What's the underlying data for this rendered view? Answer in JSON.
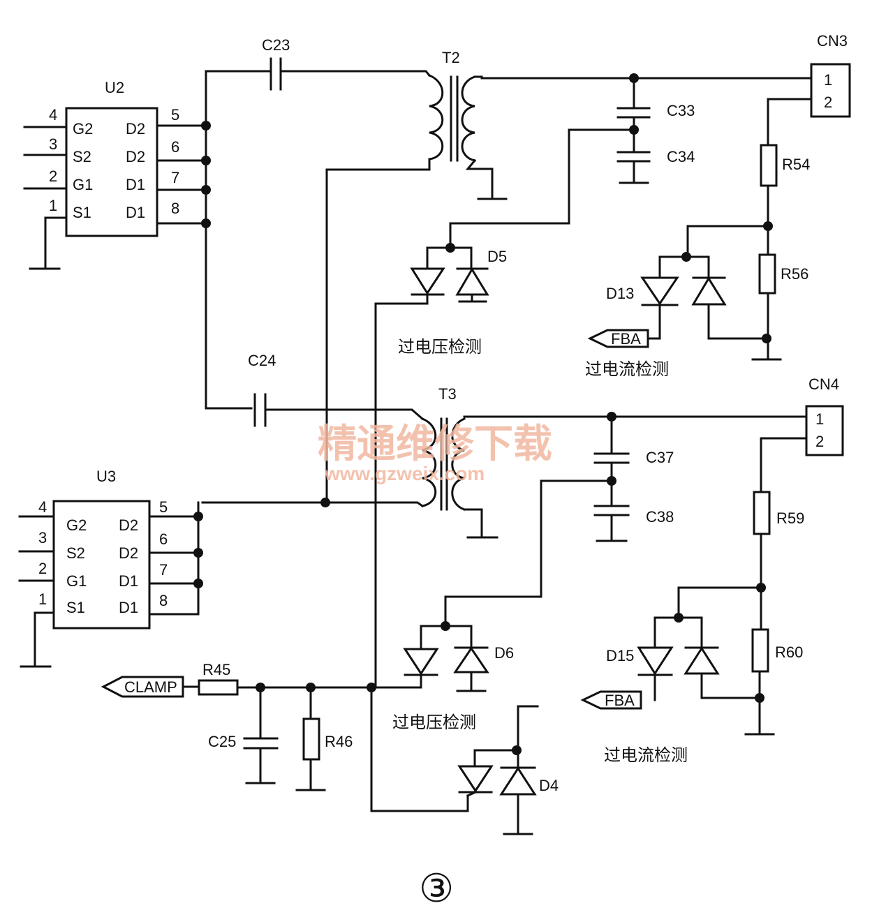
{
  "components": {
    "u2": "U2",
    "u3": "U3",
    "t2": "T2",
    "t3": "T3",
    "cn3": "CN3",
    "cn4": "CN4",
    "c23": "C23",
    "c24": "C24",
    "c25": "C25",
    "c33": "C33",
    "c34": "C34",
    "c37": "C37",
    "c38": "C38",
    "r45": "R45",
    "r46": "R46",
    "r54": "R54",
    "r56": "R56",
    "r59": "R59",
    "r60": "R60",
    "d4": "D4",
    "d5": "D5",
    "d6": "D6",
    "d13": "D13",
    "d15": "D15"
  },
  "ic_pins": {
    "left": [
      "G2",
      "S2",
      "G1",
      "S1"
    ],
    "right": [
      "D2",
      "D2",
      "D1",
      "D1"
    ],
    "left_numbers": [
      "4",
      "3",
      "2",
      "1"
    ],
    "right_numbers": [
      "5",
      "6",
      "7",
      "8"
    ]
  },
  "connector_pins": [
    "1",
    "2"
  ],
  "ports": {
    "fba": "FBA",
    "clamp": "CLAMP"
  },
  "annotations": {
    "overvoltage": "过电压检测",
    "overcurrent": "过电流检测"
  },
  "watermark": {
    "title": "精通维修下载",
    "url": "www.gzweix.com"
  },
  "figure_number": "③"
}
